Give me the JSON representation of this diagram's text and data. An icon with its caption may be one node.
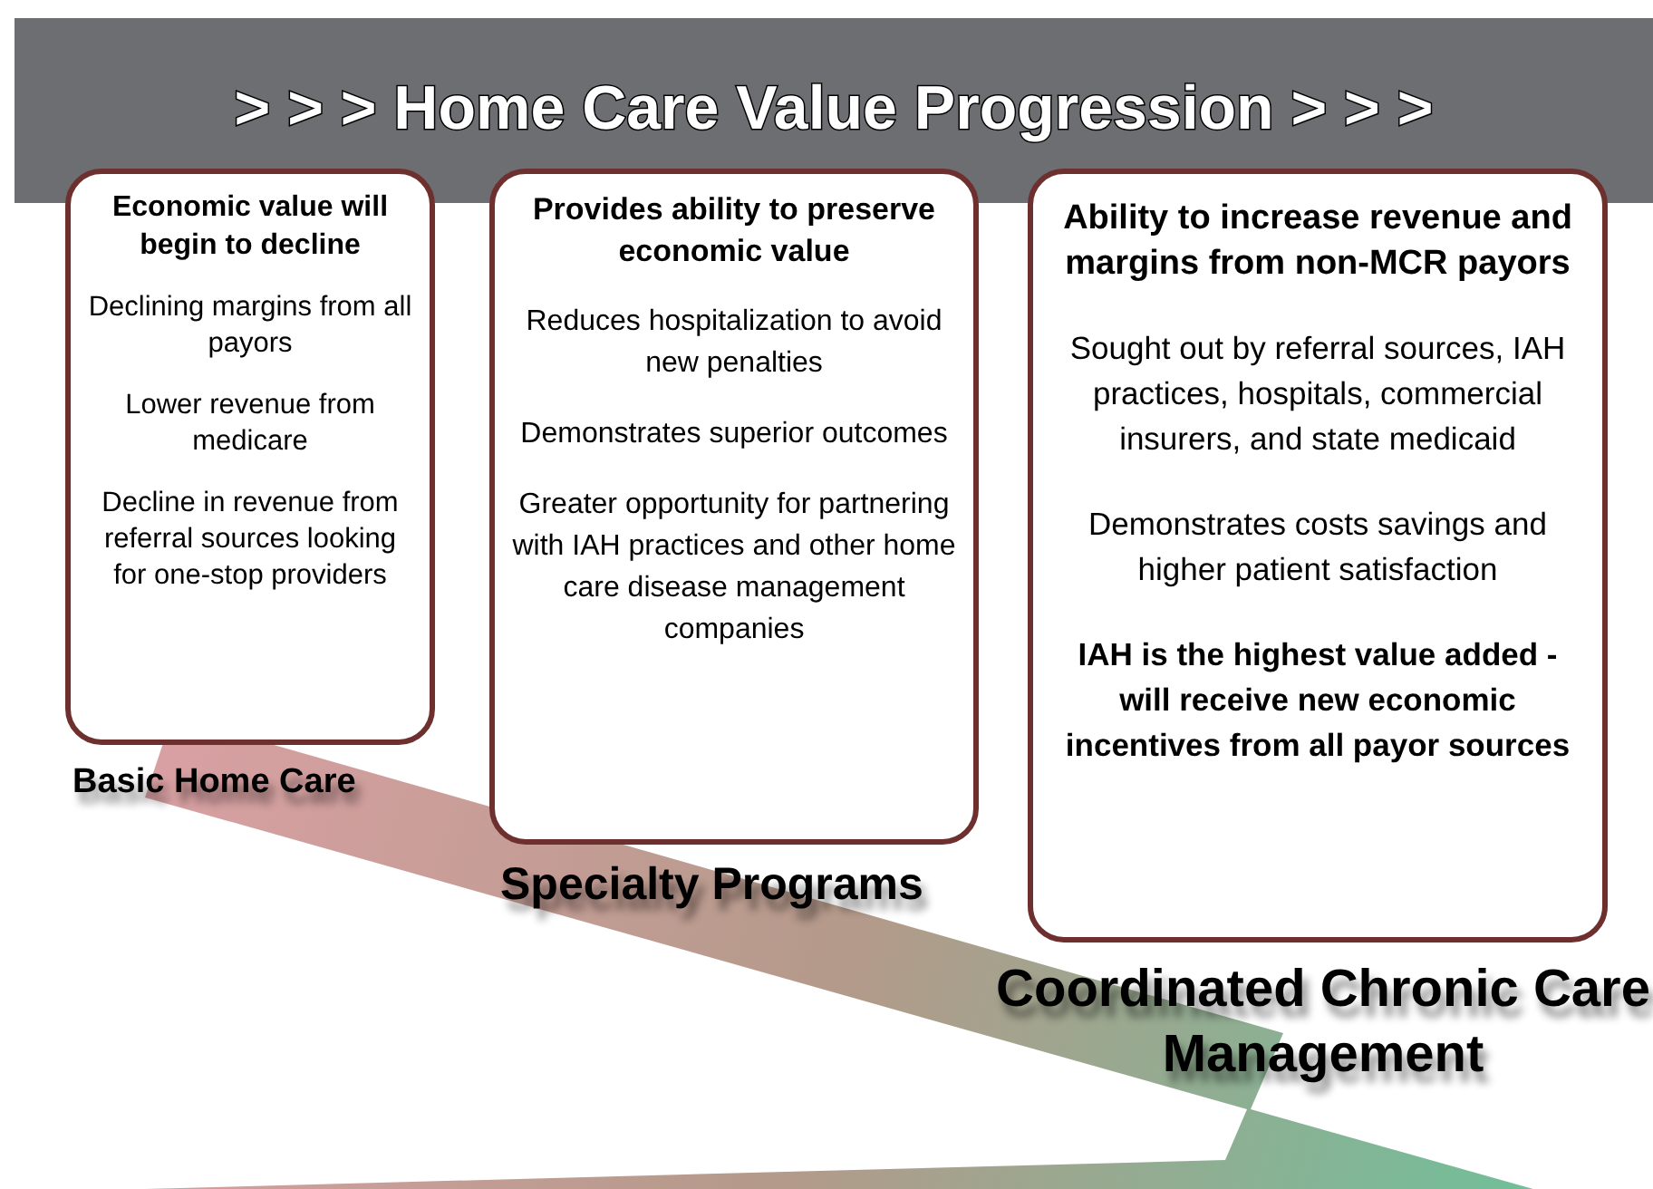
{
  "diagram": {
    "title": "> > > Home Care Value Progression > > >",
    "nodes": [
      {
        "text": [
          "Economic value will begin to decline",
          "Declining margins from all payors",
          "Lower revenue from medicare",
          "Decline in revenue from referral sources looking for one-stop providers"
        ],
        "beside": [
          "Basic Home Care"
        ]
      },
      {
        "text": [
          "Provides ability to preserve economic value",
          "Reduces hospitalization to avoid new penalties",
          "Demonstrates superior outcomes",
          "Greater opportunity for partnering with IAH practices and other home care disease management companies"
        ],
        "beside": [
          "Specialty Programs"
        ]
      },
      {
        "text": [
          "Ability to increase revenue and margins from non-MCR payors",
          "Sought out by referral sources, IAH practices, hospitals, commercial insurers, and state medicaid",
          "Demonstrates costs savings and higher patient satisfaction",
          "**IAH is the highest value added - will receive new economic incentives from all payor sources**"
        ],
        "beside": [
          "Coordinated Chronic Care Management"
        ]
      }
    ]
  }
}
